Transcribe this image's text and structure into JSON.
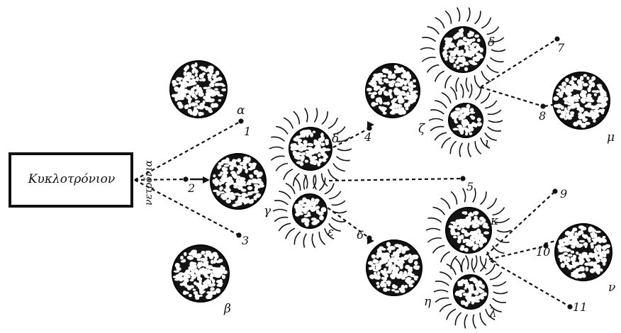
{
  "source_label": "Κυκλοτρόνιον",
  "beam_label": "νετρόνια",
  "nuclei": [
    {
      "id": "a",
      "label": "α"
    },
    {
      "id": "b",
      "label": "β"
    },
    {
      "id": "g",
      "label": "γ"
    },
    {
      "id": "d",
      "label": "δ"
    },
    {
      "id": "e",
      "label": "ε"
    },
    {
      "id": "z",
      "label": "ζ"
    },
    {
      "id": "d2",
      "label": "δ"
    },
    {
      "id": "i",
      "label": "ι"
    },
    {
      "id": "m",
      "label": "μ"
    },
    {
      "id": "k",
      "label": "κ"
    },
    {
      "id": "l",
      "label": "λ"
    },
    {
      "id": "h",
      "label": "η"
    },
    {
      "id": "n",
      "label": "ν"
    }
  ],
  "neutrons": [
    {
      "id": "n1",
      "label": "1"
    },
    {
      "id": "n2",
      "label": "2"
    },
    {
      "id": "n3",
      "label": "3"
    },
    {
      "id": "n4",
      "label": "4"
    },
    {
      "id": "n5",
      "label": "5"
    },
    {
      "id": "n6",
      "label": "6"
    },
    {
      "id": "n7",
      "label": "7"
    },
    {
      "id": "n8",
      "label": "8"
    },
    {
      "id": "n9",
      "label": "9"
    },
    {
      "id": "n10",
      "label": "10"
    },
    {
      "id": "n11",
      "label": "11"
    }
  ]
}
